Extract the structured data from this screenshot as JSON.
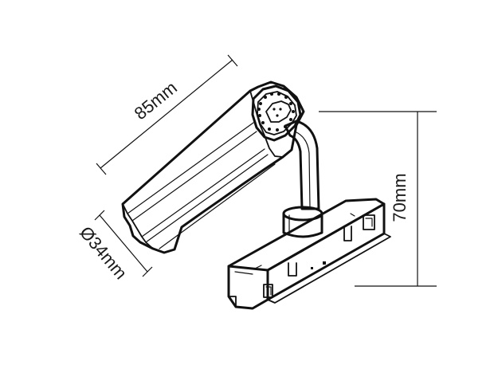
{
  "dimensions": {
    "length_label": "85mm",
    "diameter_label": "Ø34mm",
    "height_label": "70mm"
  },
  "colors": {
    "line": "#111111",
    "background": "#ffffff"
  }
}
